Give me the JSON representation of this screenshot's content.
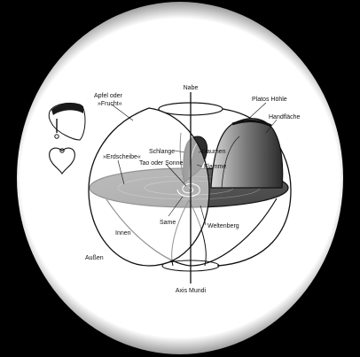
{
  "labels": {
    "nabe": "Nabe",
    "apfel_line1": "Apfel oder",
    "apfel_line2": "»Frucht«",
    "platos_hoehle": "Platos Höhle",
    "handflaeche": "Handfläche",
    "schlange": "Schlange",
    "daumen": "Daumen",
    "erdscheibe": "»Erdscheibe«",
    "tao_oder_sonne": "Tao oder Sonne",
    "flamme": "Flamme",
    "same": "Same",
    "weltenberg": "Weltenberg",
    "innen": "Innen",
    "aussen": "Außen",
    "axis_mundi": "Axis Mundi"
  },
  "colors": {
    "background": "#000000",
    "vignette": "#ffffff",
    "ink": "#111111",
    "disc": "#5a5a5a",
    "cave": "#3c3c3c"
  },
  "icons": [
    "apple-fruit-icon",
    "heart-icon"
  ]
}
